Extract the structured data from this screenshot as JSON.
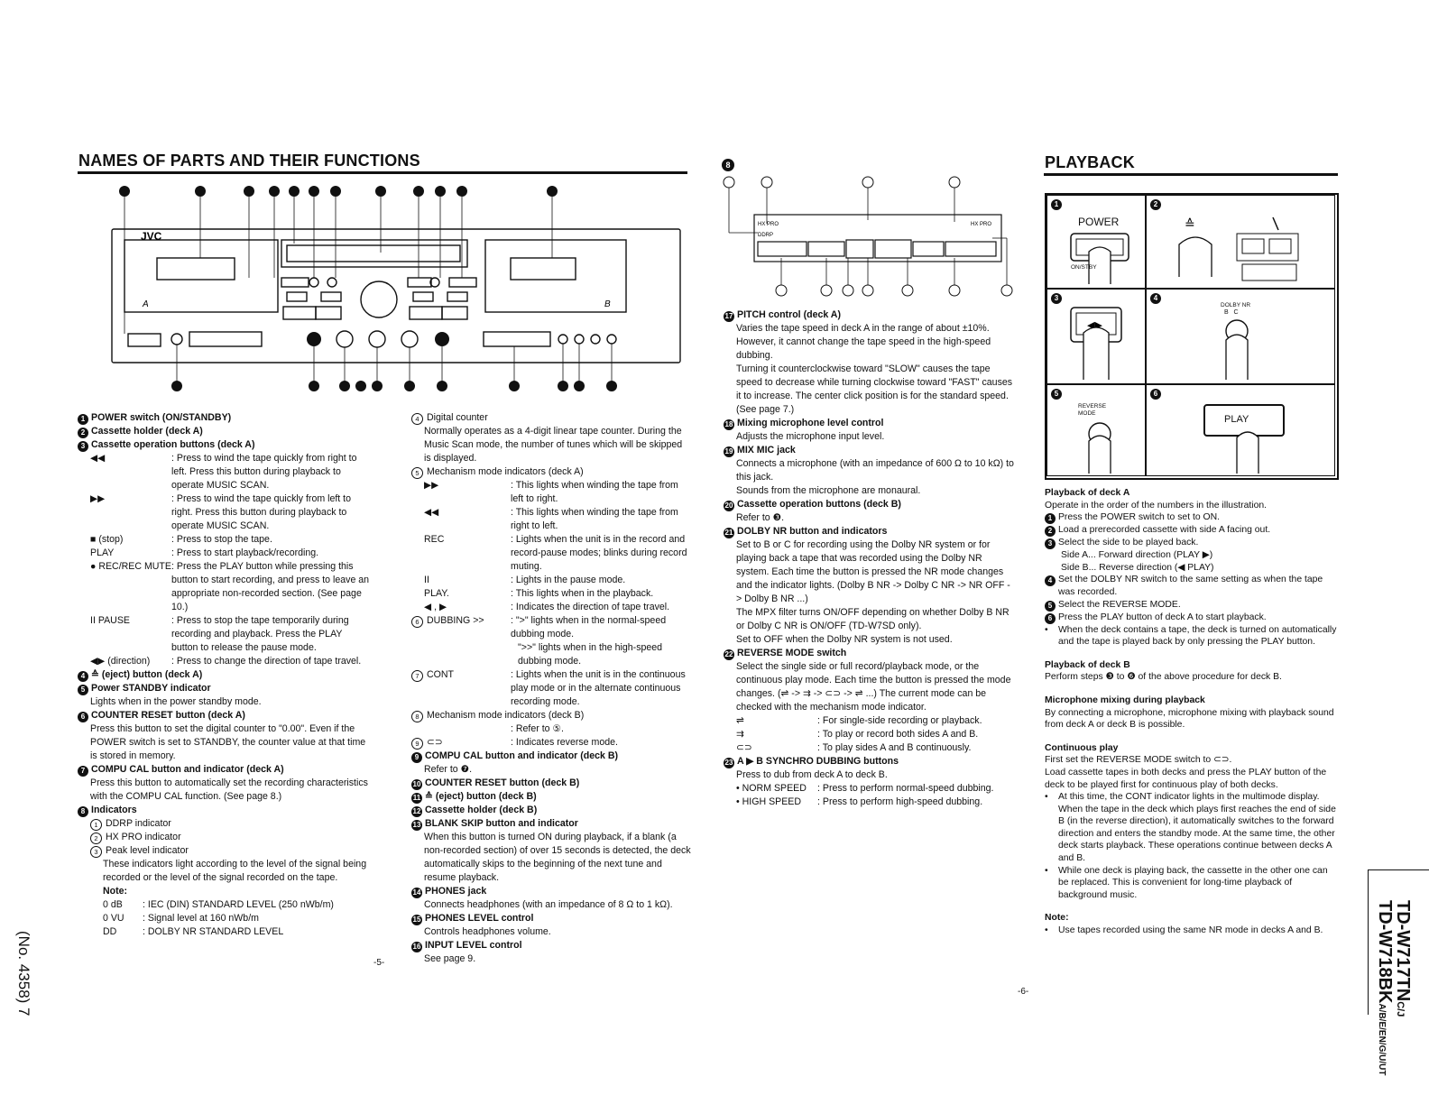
{
  "left_page": {
    "title": "NAMES OF PARTS AND THEIR FUNCTIONS",
    "brand": "JVC",
    "deck_labels": [
      "A",
      "B"
    ],
    "page_number": "-5-",
    "items": [
      {
        "num": "1",
        "label": "POWER switch (ON/STANDBY)"
      },
      {
        "num": "2",
        "label": "Cassette holder (deck A)"
      },
      {
        "num": "3",
        "label": "Cassette operation buttons (deck A)"
      }
    ],
    "deck_a_buttons": [
      {
        "key": "◀◀",
        "desc": ": Press to wind the tape quickly from right to left. Press this button during playback to operate MUSIC SCAN."
      },
      {
        "key": "▶▶",
        "desc": ": Press to wind the tape quickly from left to right. Press this button during playback to operate MUSIC SCAN."
      },
      {
        "key": "■ (stop)",
        "desc": ": Press to stop the tape."
      },
      {
        "key": "PLAY",
        "desc": ": Press to start playback/recording."
      },
      {
        "key": "● REC/REC MUTE",
        "desc": ": Press the PLAY button while pressing this button to start recording, and press to leave an appropriate non-recorded section. (See page 10.)"
      },
      {
        "key": "II PAUSE",
        "desc": ": Press to stop the tape temporarily during recording and playback. Press the PLAY button to release the pause mode."
      },
      {
        "key": "◀▶ (direction)",
        "desc": ": Press to change the direction of tape travel."
      }
    ],
    "items2": [
      {
        "num": "4",
        "label": "≙ (eject) button (deck A)"
      },
      {
        "num": "5",
        "label": "Power STANDBY indicator"
      }
    ],
    "standby_text": "Lights when in the power standby mode.",
    "counter_reset_title": "COUNTER RESET button (deck A)",
    "counter_reset_num": "6",
    "counter_reset_text": "Press this button to set the digital counter to \"0.00\". Even if the POWER switch is set to STANDBY, the counter value at that time is stored in memory.",
    "compu_cal_title": "COMPU CAL button and indicator (deck A)",
    "compu_cal_num": "7",
    "compu_cal_text": "Press this button to automatically set the recording characteristics with the COMPU CAL function. (See page 8.)",
    "indicators_title": "Indicators",
    "indicators_num": "8",
    "indicator_list": [
      {
        "num": "1",
        "label": "DDRP indicator"
      },
      {
        "num": "2",
        "label": "HX PRO indicator"
      },
      {
        "num": "3",
        "label": "Peak level indicator"
      }
    ],
    "peak_text": "These indicators light according to the level of the signal being recorded or the level of the signal recorded on the tape.",
    "note_label": "Note:",
    "notes": [
      {
        "key": "0 dB",
        "desc": ": IEC (DIN) STANDARD LEVEL (250 nWb/m)"
      },
      {
        "key": "0 VU",
        "desc": ": Signal level at 160 nWb/m"
      },
      {
        "key": "DD",
        "desc": ": DOLBY NR STANDARD LEVEL"
      }
    ],
    "digital_counter_title": "Digital counter",
    "digital_counter_num": "4",
    "digital_counter_text": "Normally operates as a 4-digit linear tape counter. During the Music Scan mode, the number of tunes which will be skipped is displayed.",
    "mech_a_title": "Mechanism mode indicators (deck A)",
    "mech_a_num": "5",
    "mech_list": [
      {
        "key": "▶▶",
        "desc": ": This lights when winding the tape from left to right."
      },
      {
        "key": "◀◀",
        "desc": ": This lights when winding the tape from right to left."
      },
      {
        "key": "REC",
        "desc": ": Lights when the unit is in the record and record-pause modes; blinks during record muting."
      },
      {
        "key": "II",
        "desc": ": Lights in the pause mode."
      },
      {
        "key": "PLAY.",
        "desc": ": This lights when in the playback."
      },
      {
        "key": "◀ , ▶",
        "desc": ": Indicates the direction of tape travel."
      }
    ],
    "dubbing_num": "6",
    "dubbing_key": "DUBBING >>",
    "dubbing_desc": ": \">\" lights when in the normal-speed dubbing mode.",
    "dubbing_desc2": "\">>\" lights when in the high-speed dubbing mode.",
    "cont_num": "7",
    "cont_key": "CONT",
    "cont_desc": ": Lights when the unit is in the continuous play mode or in the alternate continuous recording mode.",
    "mech_b_num": "8",
    "mech_b_title": "Mechanism mode indicators (deck B)",
    "mech_b_ref": ": Refer to ⑤.",
    "rev_num": "9",
    "rev_key": "⊂⊃",
    "rev_desc": ": Indicates reverse mode.",
    "items3": [
      {
        "num": "9",
        "label": "COMPU CAL button and indicator (deck B)",
        "text": "Refer to ❼."
      },
      {
        "num": "10",
        "label": "COUNTER RESET button (deck B)",
        "text": ""
      },
      {
        "num": "11",
        "label": "≙ (eject) button (deck B)",
        "text": ""
      },
      {
        "num": "12",
        "label": "Cassette holder (deck B)",
        "text": ""
      },
      {
        "num": "13",
        "label": "BLANK SKIP button and indicator",
        "text": "When this button is turned ON during playback, if a blank (a non-recorded section) of over 15 seconds is detected, the deck automatically skips to the beginning of the next tune and resume playback."
      },
      {
        "num": "14",
        "label": "PHONES jack",
        "text": "Connects headphones (with an impedance of 8 Ω to 1 kΩ)."
      },
      {
        "num": "15",
        "label": "PHONES LEVEL control",
        "text": "Controls headphones volume."
      },
      {
        "num": "16",
        "label": "INPUT LEVEL control",
        "text": "See page 9."
      }
    ],
    "side_number": "(No. 4358) 7"
  },
  "right_page": {
    "section_num": "8",
    "page_number": "-6-",
    "display_labels": {
      "hx": "HX PRO",
      "ddrp": "DDRP",
      "hx2": "HX PRO"
    },
    "items": [
      {
        "num": "17",
        "label": "PITCH control (deck A)",
        "text": "Varies the tape speed in deck A in the range of about ±10%. However, it cannot change the tape speed in the high-speed dubbing."
      },
      {
        "num": "",
        "label": "",
        "text": "Turning it counterclockwise toward \"SLOW\" causes the tape speed to decrease while turning clockwise toward \"FAST\" causes it to increase. The center click position is for the standard speed. (See page 7.)"
      },
      {
        "num": "18",
        "label": "Mixing microphone level control",
        "text": "Adjusts the microphone input level."
      },
      {
        "num": "19",
        "label": "MIX MIC jack",
        "text": "Connects a microphone (with an impedance of 600 Ω to 10 kΩ) to this jack."
      },
      {
        "num": "",
        "label": "",
        "text": "Sounds from the microphone are monaural."
      },
      {
        "num": "20",
        "label": "Cassette operation buttons (deck B)",
        "text": "Refer to ❸."
      },
      {
        "num": "21",
        "label": "DOLBY NR button and indicators",
        "text": "Set to B or C for recording using the Dolby NR system or for playing back a tape that was recorded using the Dolby NR system. Each time the button is pressed the NR mode changes and the indicator lights. (Dolby B NR -> Dolby C NR -> NR OFF -> Dolby B NR ...)"
      },
      {
        "num": "",
        "label": "",
        "text": "The MPX filter turns ON/OFF depending on whether Dolby B NR or Dolby C NR is ON/OFF (TD-W7SD only)."
      },
      {
        "num": "",
        "label": "",
        "text": "Set to OFF when the Dolby NR system is not used."
      },
      {
        "num": "22",
        "label": "REVERSE MODE switch",
        "text": "Select the single side or full record/playback mode, or the continuous play mode. Each time the button is pressed the mode changes. (⇌ -> ⇉ -> ⊂⊃ -> ⇌ ...) The current mode can be checked with the mechanism mode indicator."
      }
    ],
    "reverse_modes": [
      {
        "key": "⇌",
        "desc": ": For single-side recording or playback."
      },
      {
        "key": "⇉",
        "desc": ": To play or record both sides A and B."
      },
      {
        "key": "⊂⊃",
        "desc": ": To play sides A and B continuously."
      }
    ],
    "synchro_num": "23",
    "synchro_title": "A ▶ B SYNCHRO DUBBING buttons",
    "synchro_text": "Press to dub from deck A to deck B.",
    "synchro_list": [
      {
        "key": "NORM SPEED",
        "desc": ": Press to perform normal-speed dubbing."
      },
      {
        "key": "HIGH SPEED",
        "desc": ": Press to perform high-speed dubbing."
      }
    ],
    "playback": {
      "title": "PLAYBACK",
      "panel_labels": {
        "power": "POWER",
        "onstby": "ON/STBY",
        "dolby": "DOLBY NR",
        "dolby_bc": "B   C",
        "reverse": "REVERSE MODE",
        "play": "PLAY"
      },
      "deck_a_title": "Playback of deck A",
      "deck_a_intro": "Operate in the order of the numbers in the illustration.",
      "steps": [
        {
          "num": "1",
          "text": "Press the POWER switch to set to ON."
        },
        {
          "num": "2",
          "text": "Load a prerecorded cassette with side A facing out."
        },
        {
          "num": "3",
          "text": "Select the side to be played back."
        },
        {
          "num": "",
          "text": "Side A... Forward direction (PLAY ▶)"
        },
        {
          "num": "",
          "text": "Side B... Reverse direction (◀ PLAY)"
        },
        {
          "num": "4",
          "text": "Set the DOLBY NR switch to the same setting as when the tape was recorded."
        },
        {
          "num": "5",
          "text": "Select the REVERSE MODE."
        },
        {
          "num": "6",
          "text": "Press the PLAY button of deck A to start playback."
        },
        {
          "num": "•",
          "text": "When the deck contains a tape, the deck is turned on automatically and the tape is played back by only pressing the PLAY button."
        }
      ],
      "deck_b_title": "Playback of deck B",
      "deck_b_text": "Perform steps ❸ to ❻ of the above procedure for deck B.",
      "mic_title": "Microphone mixing during playback",
      "mic_text": "By connecting a microphone, microphone mixing with playback sound from deck A or deck B is possible.",
      "cont_title": "Continuous play",
      "cont_text1": "First set the REVERSE MODE switch to ⊂⊃.",
      "cont_text2": "Load cassette tapes in both decks and press the PLAY button of the deck to be played first for continuous play of both decks.",
      "cont_bullets": [
        "At this time, the CONT indicator lights in the multimode display. When the tape in the deck which plays first reaches the end of side B (in the reverse direction), it automatically switches to the forward direction and enters the standby mode. At the same time, the other deck starts playback. These operations continue between decks A and B.",
        "While one deck is playing back, the cassette in the other one can be replaced. This is convenient for long-time playback of background music."
      ],
      "note_label": "Note:",
      "note_text": "Use tapes recorded using the same NR mode in decks A and B."
    },
    "model_tab": {
      "line1": "TD-W717TN",
      "line1_sub": "C/J",
      "line2": "TD-W718BK",
      "line2_sub": "A/B/E/EN/G/U/UT"
    }
  }
}
